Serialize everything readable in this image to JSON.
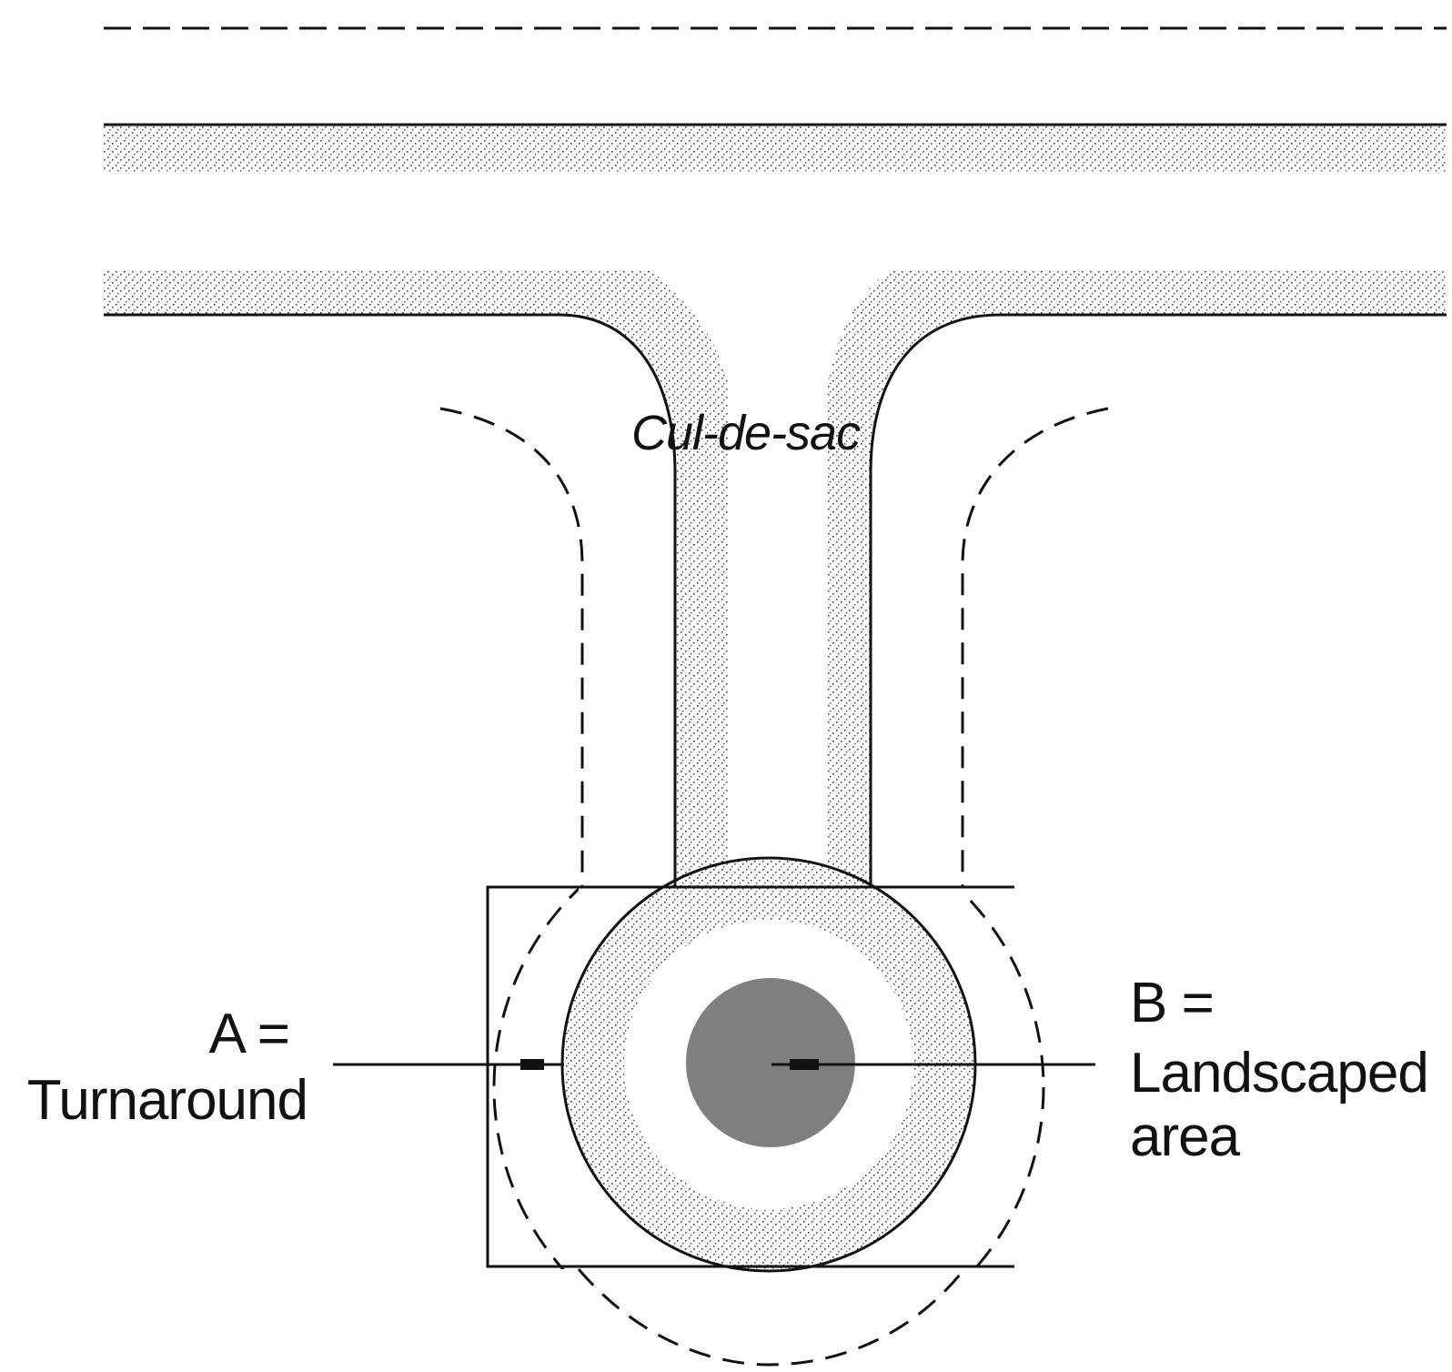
{
  "labels": {
    "title": "Cul-de-sac",
    "a_line1": "A =",
    "a_line2": "Turnaround",
    "b_line1": "B =",
    "b_line2": "Landscaped",
    "b_line3": "area"
  },
  "colors": {
    "line": "#111111",
    "stipple": "#444444",
    "landscaped_fill": "#7f7f7f",
    "background": "#ffffff"
  }
}
